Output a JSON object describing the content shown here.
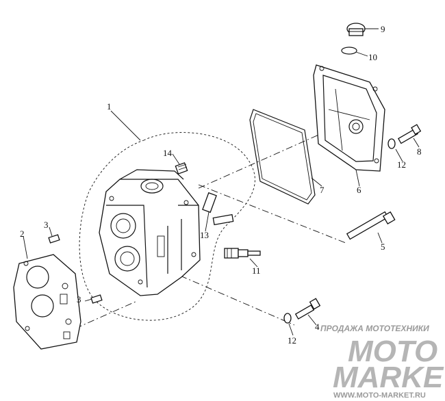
{
  "callouts": {
    "c1": "1",
    "c2": "2",
    "c3a": "3",
    "c3b": "3",
    "c4": "4",
    "c5": "5",
    "c6": "6",
    "c7": "7",
    "c8": "8",
    "c9": "9",
    "c10": "10",
    "c11": "11",
    "c12a": "12",
    "c12b": "12",
    "c13": "13",
    "c14": "14"
  },
  "watermark": {
    "tagline": "ПРОДАЖА МОТОТЕХНИКИ",
    "brand_top": "MOTO",
    "brand_bottom": "MARKET",
    "url": "WWW.MOTO-MARKET.RU"
  }
}
